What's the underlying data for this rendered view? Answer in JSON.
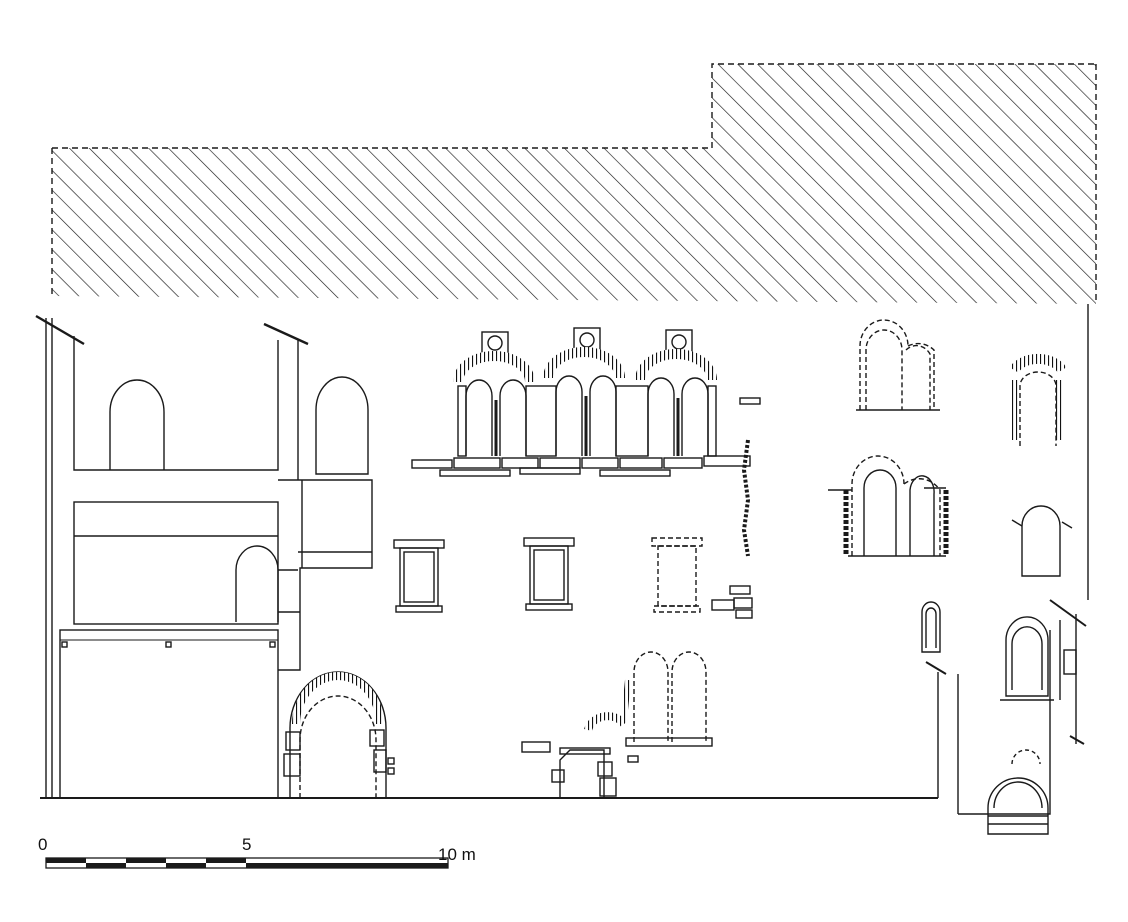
{
  "drawing": {
    "ink_color": "#1a1a1a",
    "background_color": "#ffffff",
    "hatch_fill": "diagonal-hatching"
  },
  "scale_bar": {
    "label_zero": "0",
    "label_mid": "5",
    "label_end": "10 m"
  }
}
